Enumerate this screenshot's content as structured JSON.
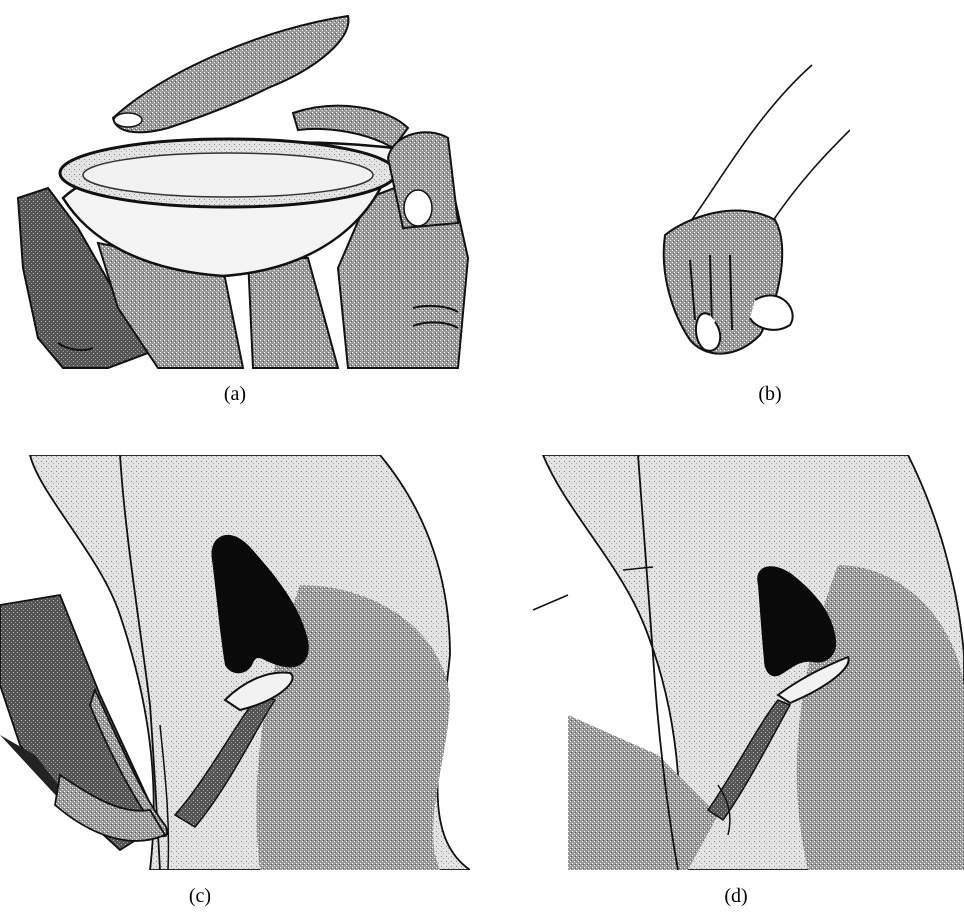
{
  "figure": {
    "panels": [
      {
        "id": "a",
        "label": "(a)"
      },
      {
        "id": "b",
        "label": "(b)"
      },
      {
        "id": "c",
        "label": "(c)"
      },
      {
        "id": "d",
        "label": "(d)"
      }
    ]
  },
  "colors": {
    "ink": "#111111",
    "shade_dark": "#4a4a4a",
    "shade_mid": "#8c8c8c",
    "shade_light": "#c9c9c9",
    "organ": "#0a0a0a",
    "background": "#ffffff"
  }
}
